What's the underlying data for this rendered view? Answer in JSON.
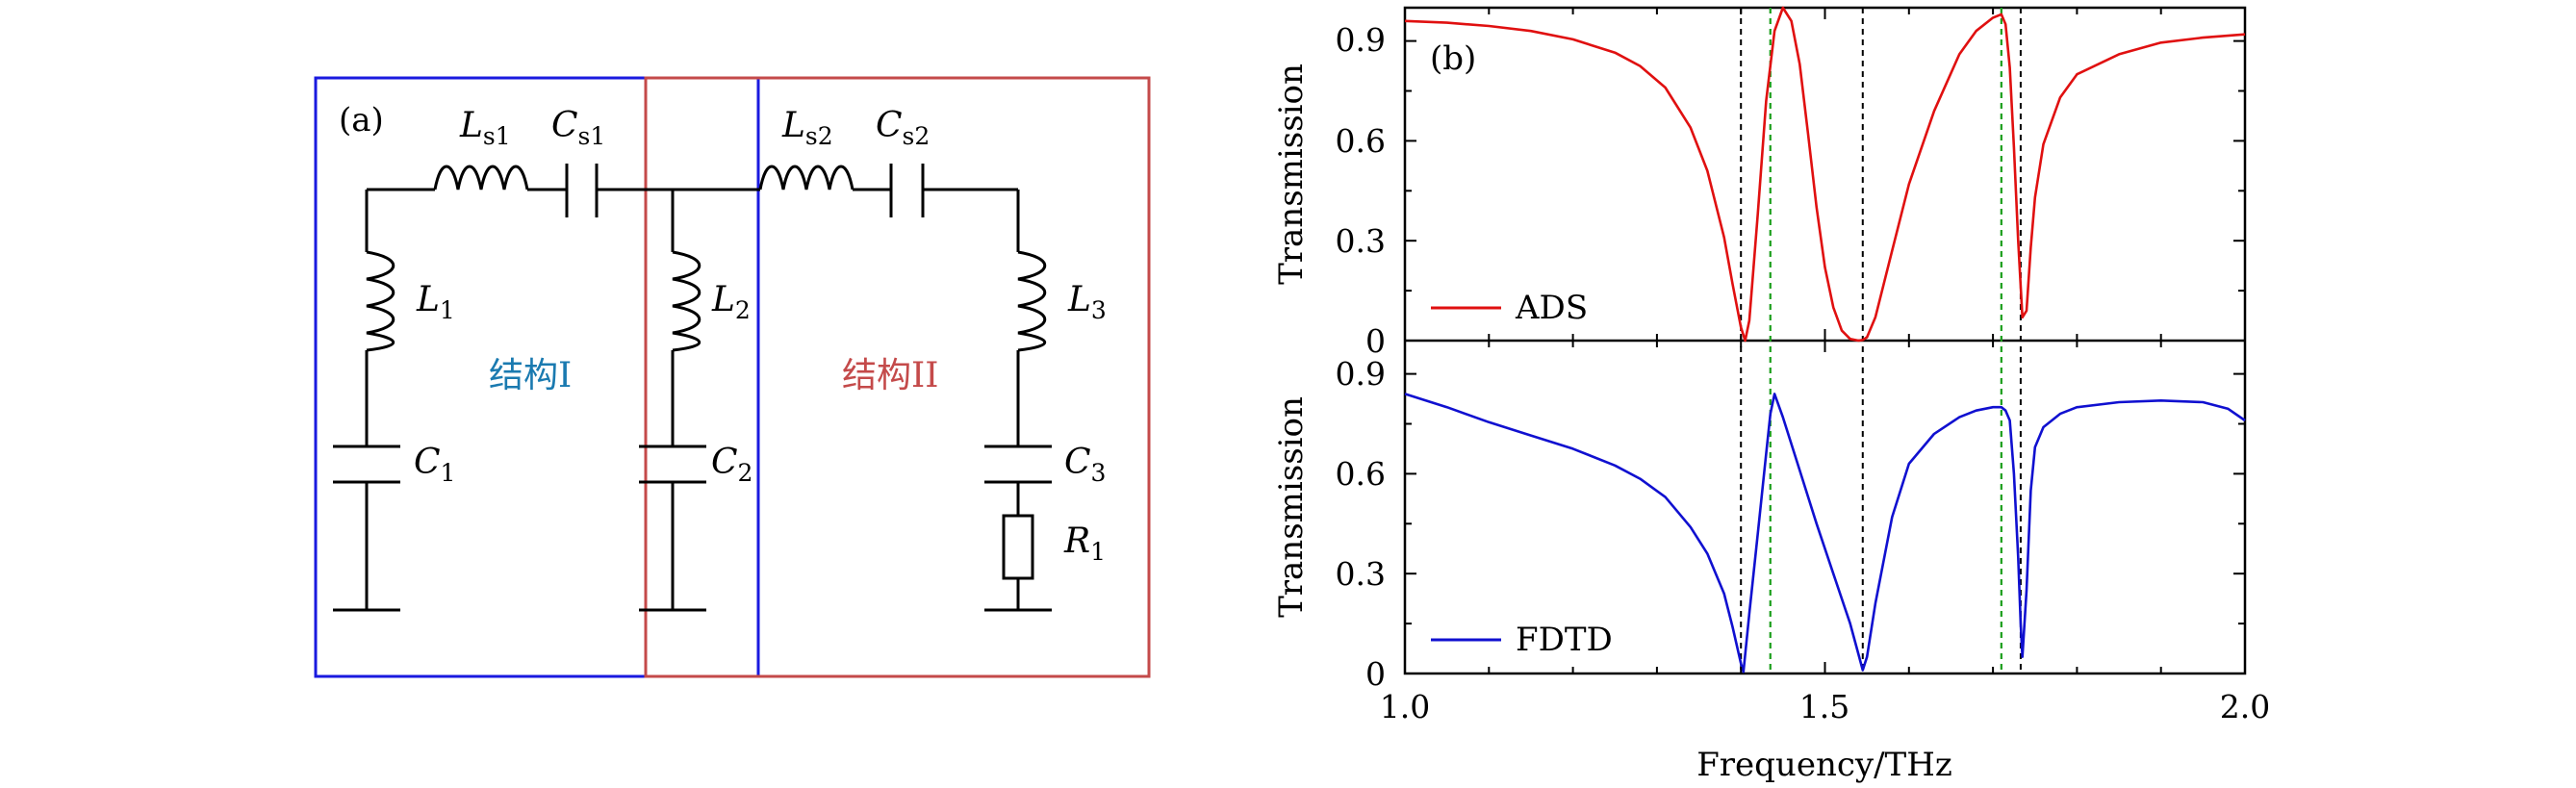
{
  "circuit": {
    "panel_label": "(a)",
    "region1_label": "结构I",
    "region2_label": "结构II",
    "region1_color": "#1a1adf",
    "region2_color": "#c44a4a",
    "components": [
      {
        "id": "Ls1",
        "main": "L",
        "sub": "s1"
      },
      {
        "id": "Cs1",
        "main": "C",
        "sub": "s1"
      },
      {
        "id": "Ls2",
        "main": "L",
        "sub": "s2"
      },
      {
        "id": "Cs2",
        "main": "C",
        "sub": "s2"
      },
      {
        "id": "L1",
        "main": "L",
        "sub": "1"
      },
      {
        "id": "L2",
        "main": "L",
        "sub": "2"
      },
      {
        "id": "L3",
        "main": "L",
        "sub": "3"
      },
      {
        "id": "C1",
        "main": "C",
        "sub": "1"
      },
      {
        "id": "C2",
        "main": "C",
        "sub": "2"
      },
      {
        "id": "C3",
        "main": "C",
        "sub": "3"
      },
      {
        "id": "R1",
        "main": "R",
        "sub": "1"
      }
    ]
  },
  "chart_data": [
    {
      "type": "line",
      "panel_label": "(b)",
      "xlabel": "",
      "ylabel": "Transmission",
      "xlim": [
        1.0,
        2.0
      ],
      "ylim": [
        0,
        1.0
      ],
      "y_ticks": [
        "0",
        "0.3",
        "0.6",
        "0.9"
      ],
      "legend_position": "bottom-left",
      "series": [
        {
          "name": "ADS",
          "color": "#e01010",
          "x": [
            1.0,
            1.05,
            1.1,
            1.15,
            1.2,
            1.25,
            1.28,
            1.31,
            1.34,
            1.36,
            1.38,
            1.39,
            1.4,
            1.405,
            1.41,
            1.42,
            1.43,
            1.44,
            1.45,
            1.46,
            1.47,
            1.48,
            1.49,
            1.5,
            1.51,
            1.52,
            1.53,
            1.54,
            1.545,
            1.55,
            1.56,
            1.58,
            1.6,
            1.63,
            1.66,
            1.68,
            1.7,
            1.71,
            1.715,
            1.72,
            1.725,
            1.73,
            1.735,
            1.74,
            1.745,
            1.75,
            1.76,
            1.78,
            1.8,
            1.85,
            1.9,
            1.95,
            2.0
          ],
          "y": [
            0.96,
            0.955,
            0.945,
            0.93,
            0.905,
            0.865,
            0.825,
            0.76,
            0.64,
            0.51,
            0.31,
            0.17,
            0.04,
            0.0,
            0.06,
            0.38,
            0.72,
            0.93,
            1.0,
            0.96,
            0.83,
            0.62,
            0.4,
            0.22,
            0.1,
            0.03,
            0.005,
            0.0,
            0.002,
            0.01,
            0.07,
            0.27,
            0.47,
            0.69,
            0.86,
            0.93,
            0.97,
            0.98,
            0.95,
            0.82,
            0.58,
            0.3,
            0.07,
            0.09,
            0.28,
            0.43,
            0.59,
            0.73,
            0.8,
            0.86,
            0.895,
            0.91,
            0.92
          ]
        }
      ]
    },
    {
      "type": "line",
      "xlabel": "Frequency/THz",
      "ylabel": "Transmission",
      "xlim": [
        1.0,
        2.0
      ],
      "ylim": [
        0,
        1.0
      ],
      "x_ticks": [
        "1.0",
        "1.5",
        "2.0"
      ],
      "y_ticks": [
        "0",
        "0.3",
        "0.6",
        "0.9"
      ],
      "legend_position": "bottom-left",
      "series": [
        {
          "name": "FDTD",
          "color": "#1010d0",
          "x": [
            1.0,
            1.05,
            1.1,
            1.15,
            1.2,
            1.25,
            1.28,
            1.31,
            1.34,
            1.36,
            1.38,
            1.39,
            1.4,
            1.403,
            1.41,
            1.42,
            1.43,
            1.435,
            1.44,
            1.45,
            1.47,
            1.49,
            1.51,
            1.53,
            1.545,
            1.55,
            1.56,
            1.58,
            1.6,
            1.63,
            1.66,
            1.68,
            1.7,
            1.71,
            1.715,
            1.72,
            1.725,
            1.73,
            1.733,
            1.735,
            1.74,
            1.745,
            1.75,
            1.76,
            1.78,
            1.8,
            1.85,
            1.9,
            1.95,
            1.98,
            2.0
          ],
          "y": [
            0.84,
            0.8,
            0.755,
            0.715,
            0.675,
            0.625,
            0.585,
            0.53,
            0.44,
            0.36,
            0.24,
            0.14,
            0.03,
            0.005,
            0.18,
            0.42,
            0.66,
            0.78,
            0.84,
            0.77,
            0.61,
            0.45,
            0.3,
            0.15,
            0.01,
            0.05,
            0.21,
            0.47,
            0.63,
            0.72,
            0.77,
            0.79,
            0.8,
            0.8,
            0.79,
            0.76,
            0.6,
            0.35,
            0.15,
            0.05,
            0.25,
            0.55,
            0.68,
            0.74,
            0.78,
            0.8,
            0.815,
            0.82,
            0.815,
            0.795,
            0.76
          ]
        }
      ]
    }
  ],
  "reference_lines": {
    "black_x": [
      1.4,
      1.545,
      1.733
    ],
    "green_x": [
      1.435,
      1.71
    ]
  }
}
